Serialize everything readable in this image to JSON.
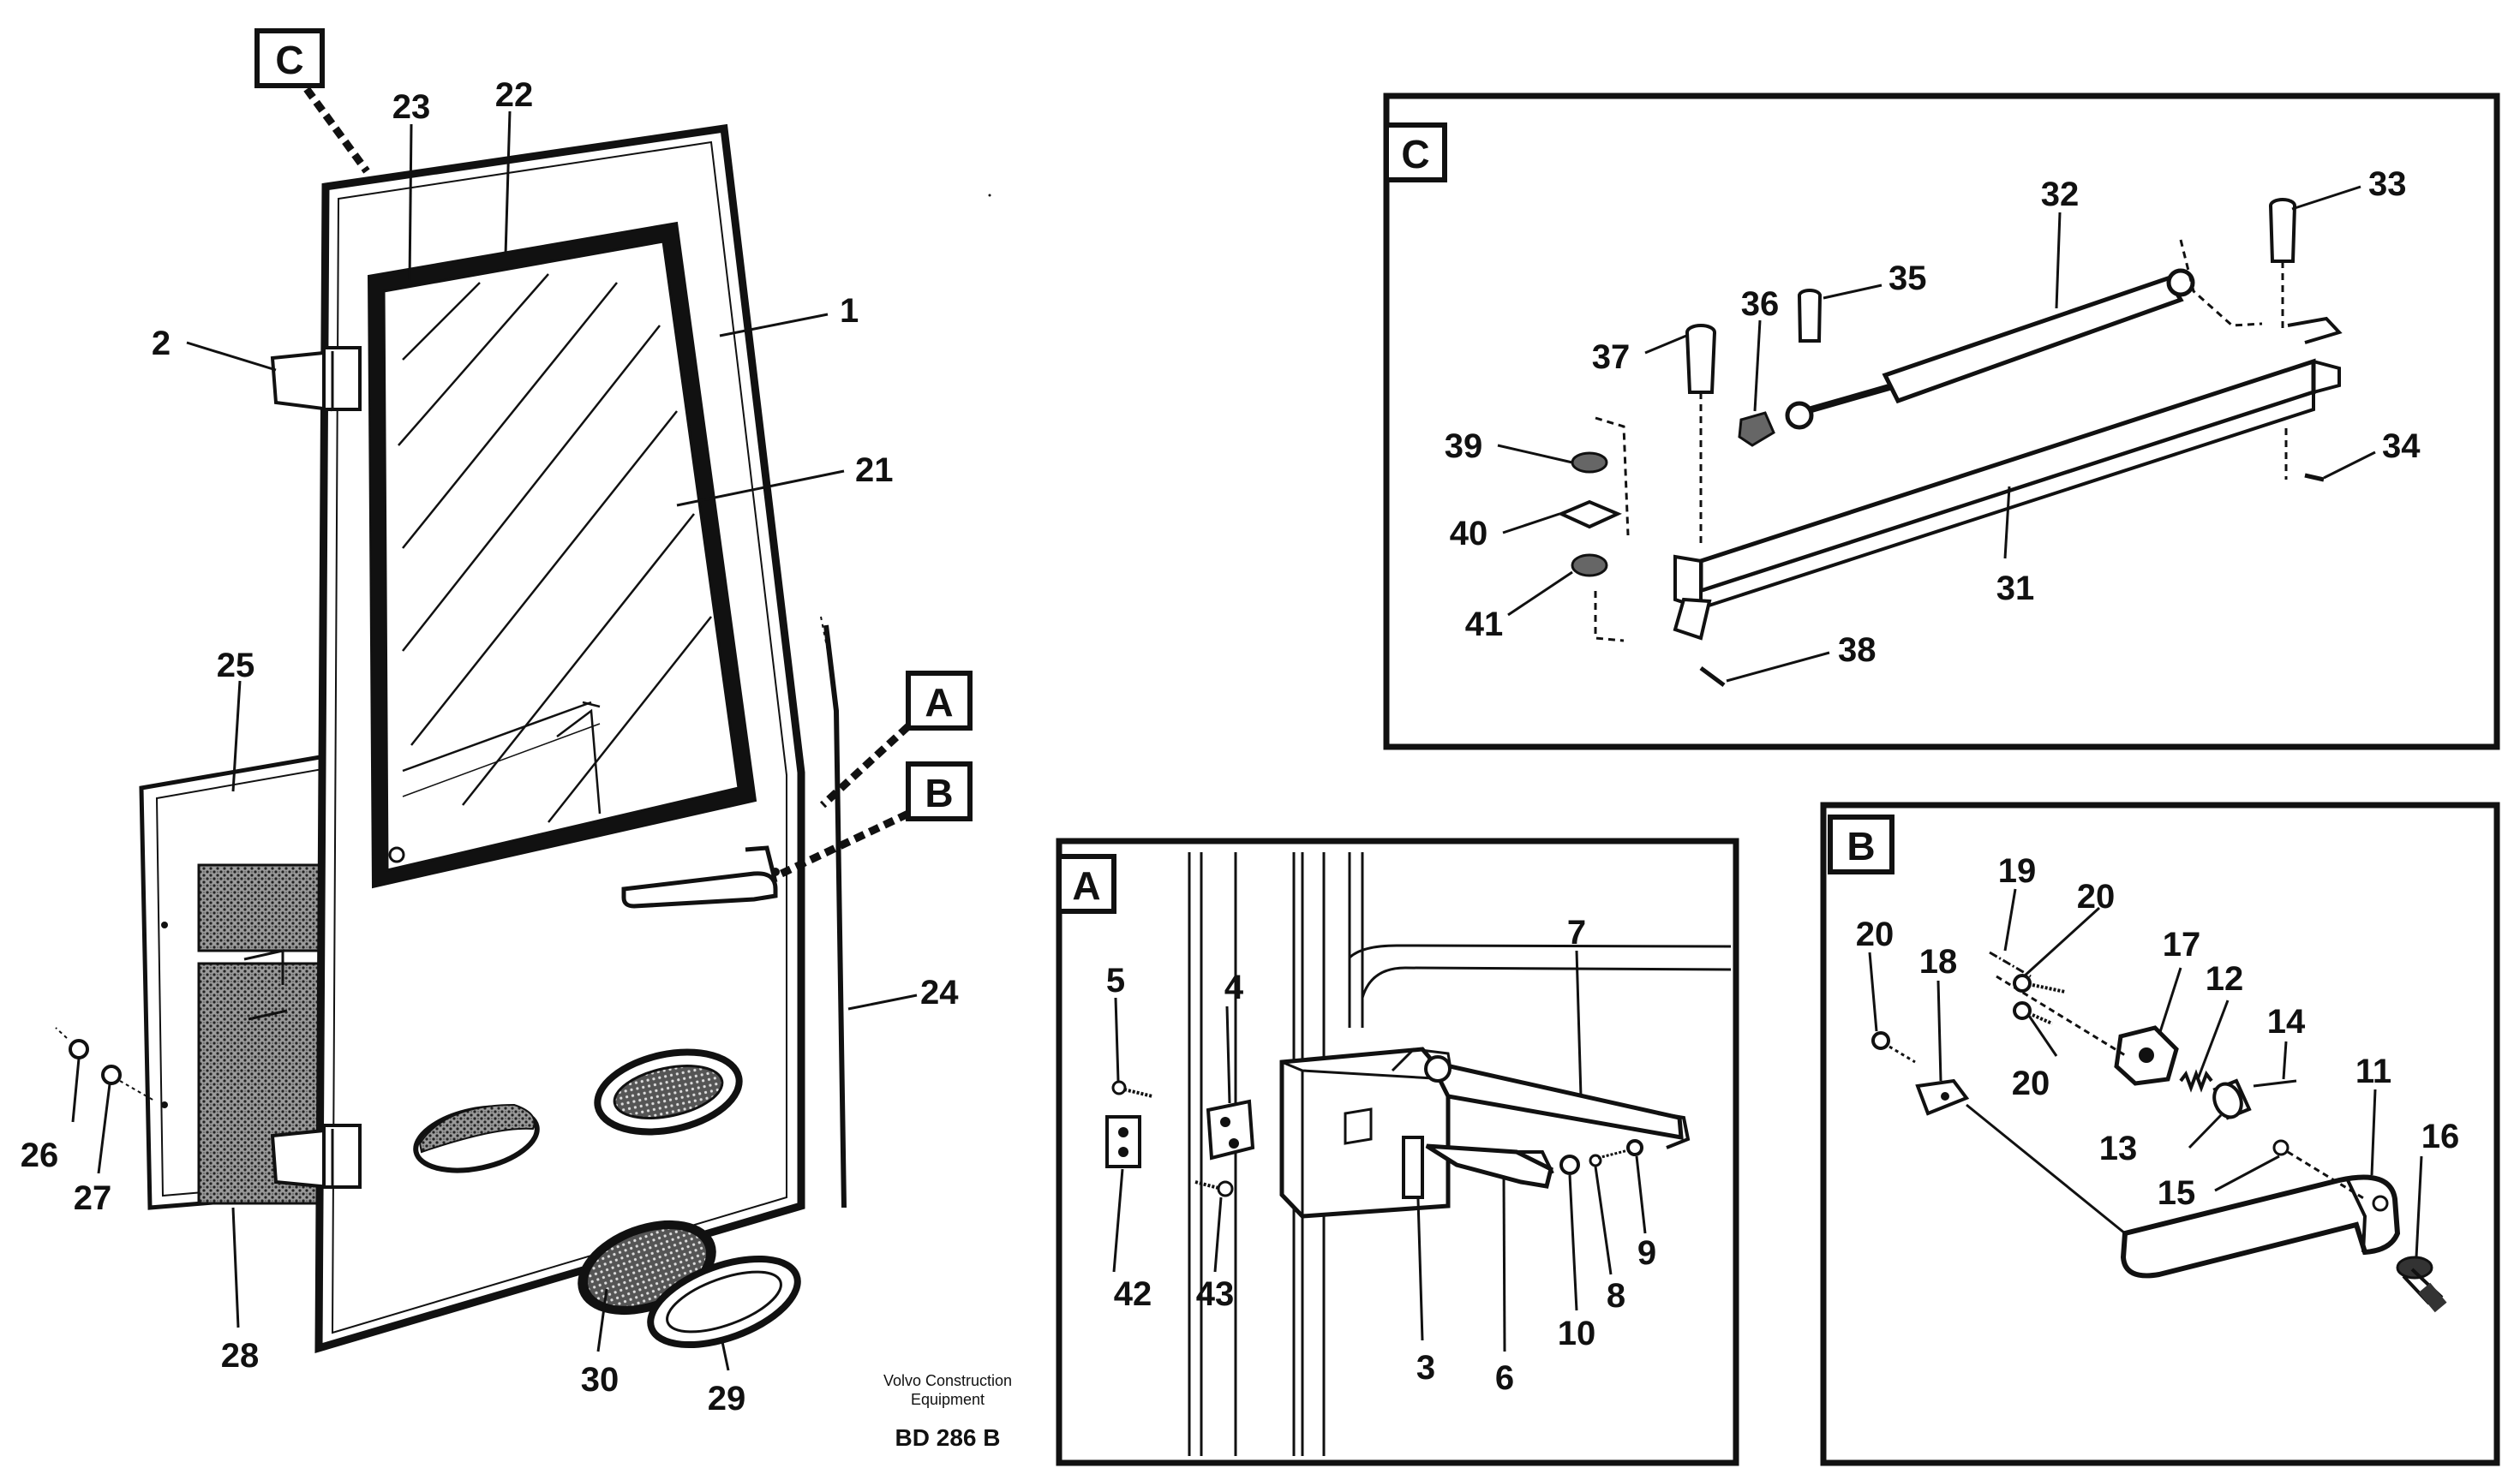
{
  "callouts": {
    "main": [
      "C",
      "A",
      "B"
    ],
    "detail_c": "C",
    "detail_a": "A",
    "detail_b": "B"
  },
  "part_numbers": {
    "p1": "1",
    "p2": "2",
    "p3": "3",
    "p4": "4",
    "p5": "5",
    "p6": "6",
    "p7": "7",
    "p8": "8",
    "p9": "9",
    "p10": "10",
    "p11": "11",
    "p12": "12",
    "p13": "13",
    "p14": "14",
    "p15": "15",
    "p16": "16",
    "p17": "17",
    "p18": "18",
    "p19": "19",
    "p20a": "20",
    "p20b": "20",
    "p20c": "20",
    "p21": "21",
    "p22": "22",
    "p23": "23",
    "p24": "24",
    "p25": "25",
    "p26": "26",
    "p27": "27",
    "p28": "28",
    "p29": "29",
    "p30": "30",
    "p31": "31",
    "p32": "32",
    "p33": "33",
    "p34": "34",
    "p35": "35",
    "p36": "36",
    "p37": "37",
    "p38": "38",
    "p39": "39",
    "p40": "40",
    "p41": "41",
    "p42": "42",
    "p43": "43"
  },
  "credit": {
    "line1": "Volvo Construction",
    "line2": "Equipment",
    "code": "BD 286 B"
  }
}
